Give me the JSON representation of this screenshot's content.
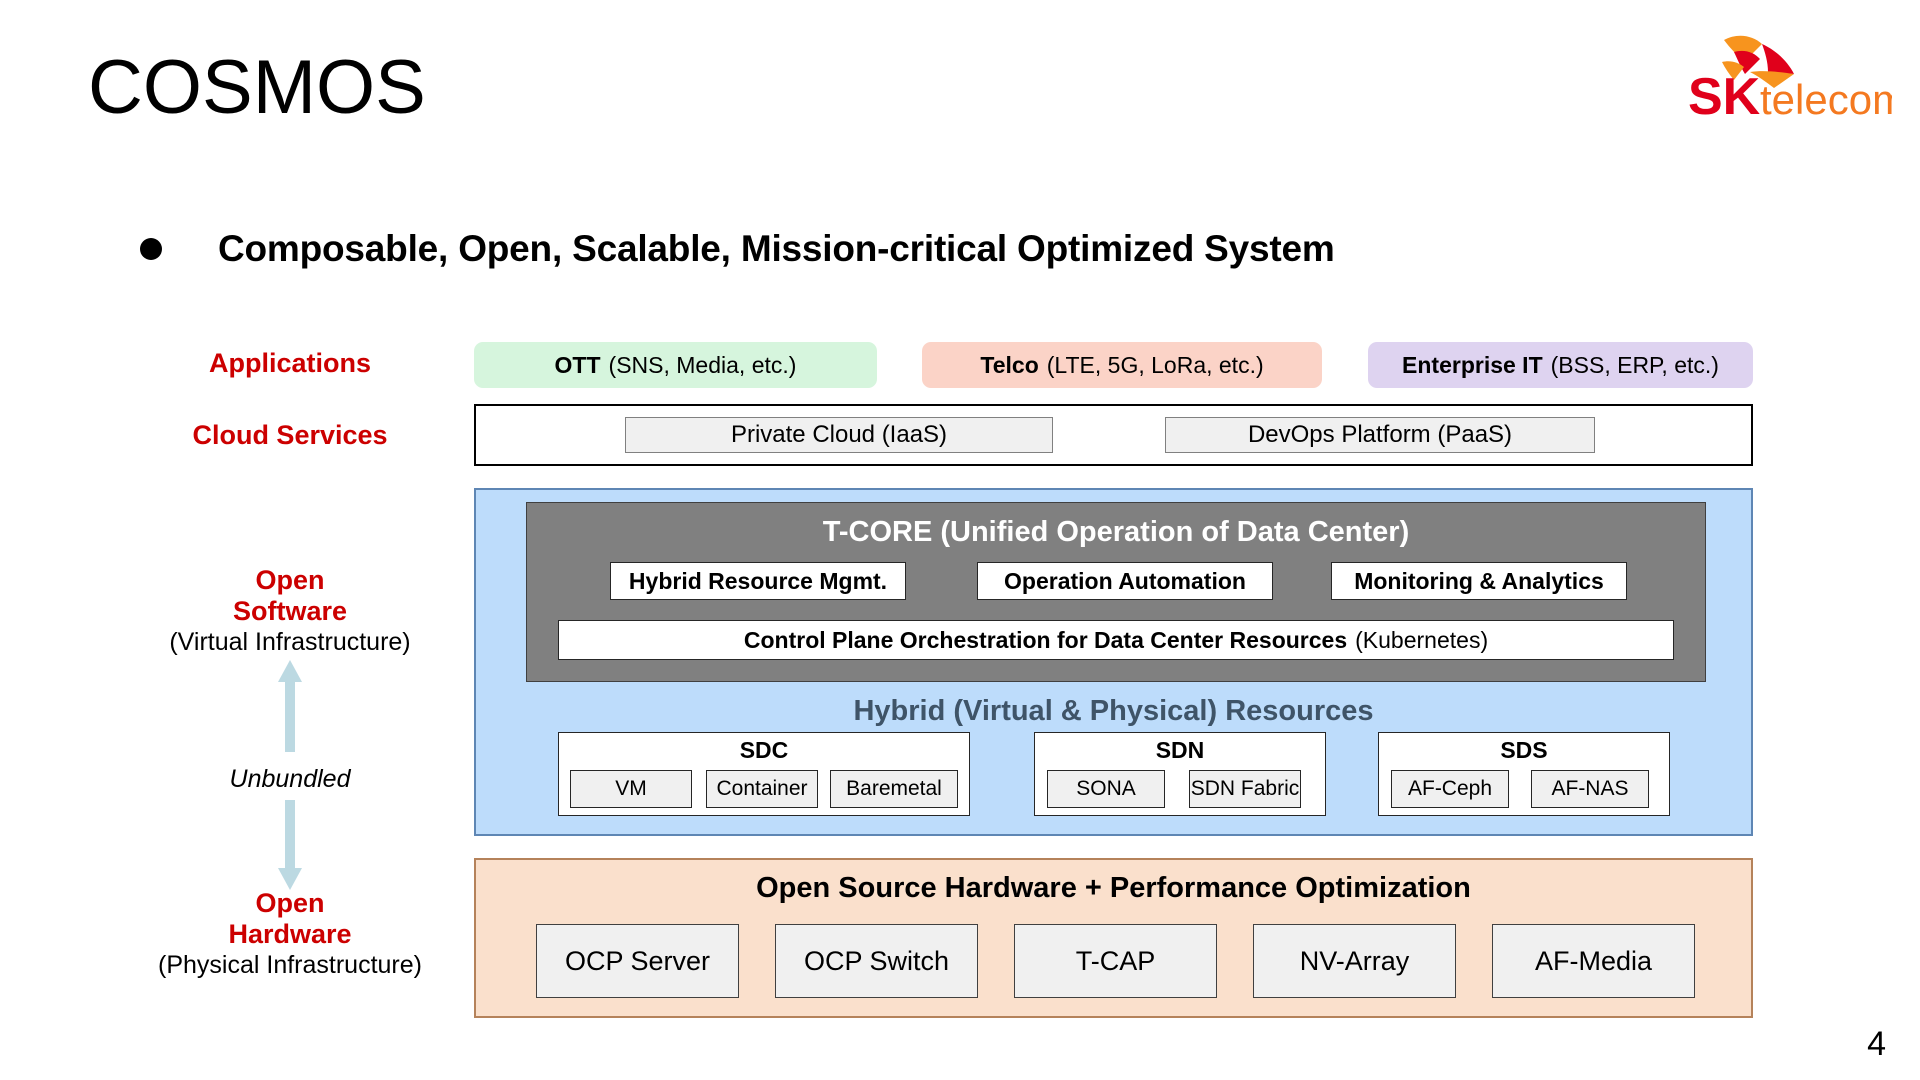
{
  "header": {
    "title": "COSMOS",
    "logo": {
      "name": "sk-telecom-logo",
      "sk_text": "SK",
      "telecom_text": "telecom",
      "sk_color": "#E0001B",
      "telecom_color": "#F47920",
      "mark_orange": "#F7941E",
      "mark_red": "#E0001B"
    }
  },
  "subtitle": {
    "bullet": "●",
    "text": "Composable, Open, Scalable, Mission-critical Optimized System"
  },
  "labels": {
    "applications": "Applications",
    "cloud_services": "Cloud Services",
    "open_software_line1": "Open",
    "open_software_line2": "Software",
    "open_software_sub": "(Virtual Infrastructure)",
    "unbundled": "Unbundled",
    "open_hardware_line1": "Open",
    "open_hardware_line2": "Hardware",
    "open_hardware_sub": "(Physical Infrastructure)",
    "label_color": "#CC0000"
  },
  "applications": {
    "boxes": [
      {
        "bold": "OTT",
        "normal": "(SNS, Media, etc.)",
        "color": "#D6F5DD"
      },
      {
        "bold": "Telco",
        "normal": "(LTE, 5G, LoRa, etc.)",
        "color": "#FBD3C7"
      },
      {
        "bold": "Enterprise IT",
        "normal": "(BSS, ERP, etc.)",
        "color": "#DED3F0"
      }
    ]
  },
  "cloud_services": {
    "items": [
      {
        "label": "Private Cloud (IaaS)"
      },
      {
        "label": "DevOps Platform (PaaS)"
      }
    ]
  },
  "open_software": {
    "panel_color": "#BDDCFB",
    "tcore": {
      "title": "T-CORE (Unified Operation of Data Center)",
      "panel_color": "#808080",
      "chips": [
        {
          "label": "Hybrid Resource Mgmt."
        },
        {
          "label": "Operation Automation"
        },
        {
          "label": "Monitoring & Analytics"
        }
      ],
      "control_plane_bold": "Control Plane Orchestration for Data Center Resources",
      "control_plane_normal": "(Kubernetes)"
    },
    "hybrid_title": "Hybrid (Virtual & Physical) Resources",
    "hybrid_title_color": "#3F5468",
    "groups": [
      {
        "title": "SDC",
        "items": [
          "VM",
          "Container",
          "Baremetal"
        ]
      },
      {
        "title": "SDN",
        "items": [
          "SONA",
          "SDN Fabric"
        ]
      },
      {
        "title": "SDS",
        "items": [
          "AF-Ceph",
          "AF-NAS"
        ]
      }
    ]
  },
  "open_hardware": {
    "panel_color": "#FAE0CC",
    "title": "Open Source Hardware + Performance Optimization",
    "items": [
      {
        "label": "OCP Server"
      },
      {
        "label": "OCP Switch"
      },
      {
        "label": "T-CAP"
      },
      {
        "label": "NV-Array"
      },
      {
        "label": "AF-Media"
      }
    ]
  },
  "footer": {
    "page_number": "4"
  },
  "arrow": {
    "name": "unbundled-double-arrow",
    "color": "#BCD9E2"
  }
}
